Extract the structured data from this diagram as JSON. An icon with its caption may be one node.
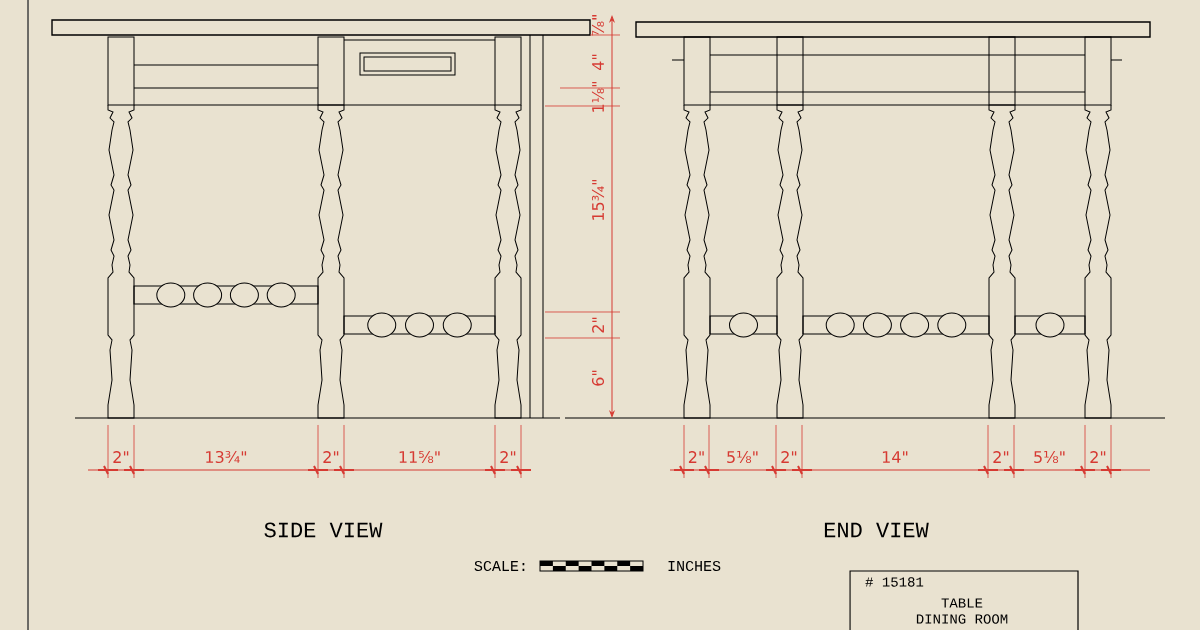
{
  "diagram": {
    "nodes": [
      {
        "text": [
          "# 15181",
          "TABLE",
          "DINING ROOM"
        ]
      }
    ],
    "labels": [
      "⅞\"",
      "4\"",
      "1⅛\"",
      "15¾\"",
      "2\"",
      "6\"",
      "2\"",
      "13¾\"",
      "2\"",
      "11⅝\"",
      "2\"",
      "2\"",
      "5⅛\"",
      "2\"",
      "14\"",
      "2\"",
      "5⅛\"",
      "2\"",
      "SIDE VIEW",
      "END VIEW",
      "SCALE:",
      "INCHES"
    ]
  }
}
